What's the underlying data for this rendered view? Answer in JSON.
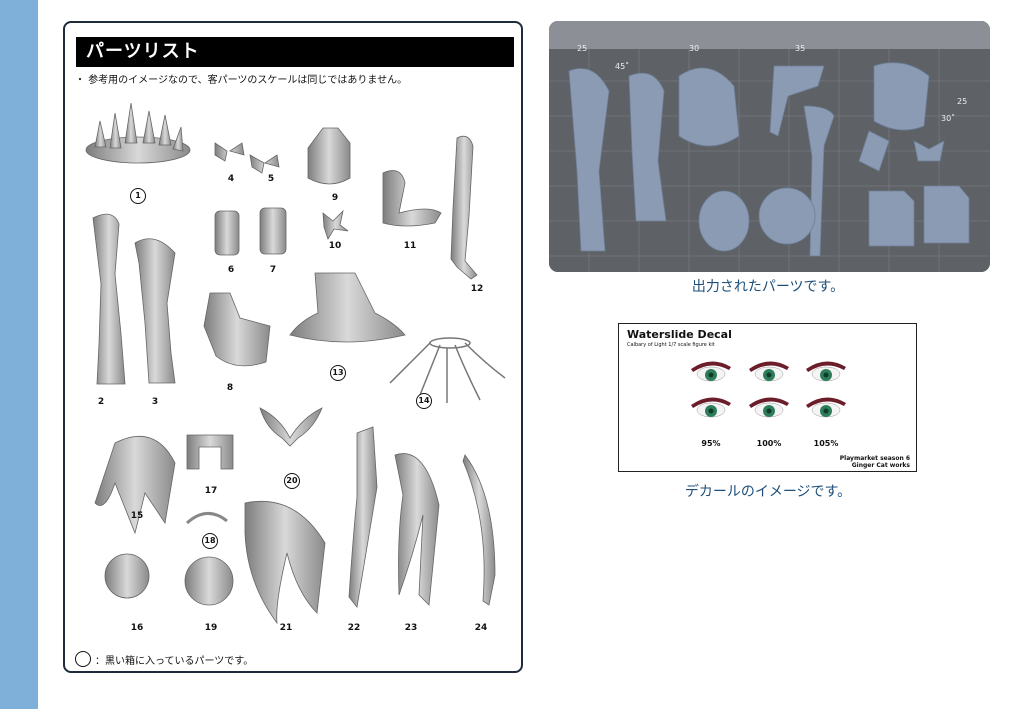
{
  "colors": {
    "sidebar": "#7fb0d9",
    "resin": "#8a9bb3",
    "mat": "#5e6266",
    "caption": "#1d4f7a",
    "eye_iris": "#2e7d5a",
    "eye_lash": "#6b1d2a"
  },
  "parts_list": {
    "title": "パーツリスト",
    "note": "・ 参考用のイメージなので、客パーツのスケールは同じではありません。",
    "footer": "：黒い箱に入っているパーツです。",
    "labels": [
      {
        "text": "1",
        "circled": true
      },
      {
        "text": "4",
        "circled": false
      },
      {
        "text": "5",
        "circled": false
      },
      {
        "text": "9",
        "circled": false
      },
      {
        "text": "6",
        "circled": false
      },
      {
        "text": "7",
        "circled": false
      },
      {
        "text": "10",
        "circled": false
      },
      {
        "text": "11",
        "circled": false
      },
      {
        "text": "12",
        "circled": false
      },
      {
        "text": "2",
        "circled": false
      },
      {
        "text": "3",
        "circled": false
      },
      {
        "text": "8",
        "circled": false
      },
      {
        "text": "13",
        "circled": true
      },
      {
        "text": "14",
        "circled": true
      },
      {
        "text": "20",
        "circled": true
      },
      {
        "text": "17",
        "circled": false
      },
      {
        "text": "15",
        "circled": false
      },
      {
        "text": "18",
        "circled": true
      },
      {
        "text": "16",
        "circled": false
      },
      {
        "text": "19",
        "circled": false
      },
      {
        "text": "21",
        "circled": false
      },
      {
        "text": "22",
        "circled": false
      },
      {
        "text": "23",
        "circled": false
      },
      {
        "text": "24",
        "circled": false
      }
    ]
  },
  "photo": {
    "caption": "出力されたパーツです。",
    "ruler_marks": [
      "25",
      "30",
      "35",
      "25"
    ],
    "angle_marks": [
      "45˚",
      "30˚"
    ]
  },
  "decal": {
    "title": "Waterslide Decal",
    "subtitle": "Calbary of Light 1/7 scale figure kit",
    "scales": [
      "95%",
      "100%",
      "105%"
    ],
    "credit_line1": "Playmarket season 6",
    "credit_line2": "Ginger Cat works",
    "caption": "デカールのイメージです。"
  }
}
